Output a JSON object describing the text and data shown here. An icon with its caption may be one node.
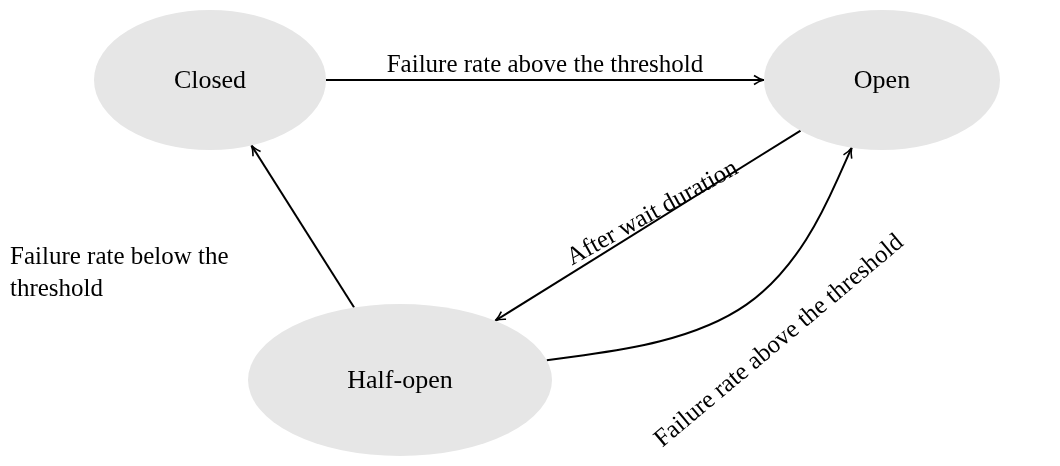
{
  "diagram": {
    "nodes": [
      {
        "text": [
          "Closed"
        ]
      },
      {
        "text": [
          "Open"
        ]
      },
      {
        "text": [
          "Half-open"
        ]
      }
    ],
    "edges": [
      {
        "from": 0,
        "to": 1,
        "arrow": "to",
        "label": "Failure rate above the threshold"
      },
      {
        "from": 1,
        "to": 2,
        "arrow": "to",
        "label": "After wait duration"
      },
      {
        "from": 2,
        "to": 0,
        "arrow": "to",
        "label": "Failure rate below the threshold"
      },
      {
        "from": 2,
        "to": 1,
        "arrow": "to",
        "label": "Failure rate above the threshold"
      }
    ]
  }
}
